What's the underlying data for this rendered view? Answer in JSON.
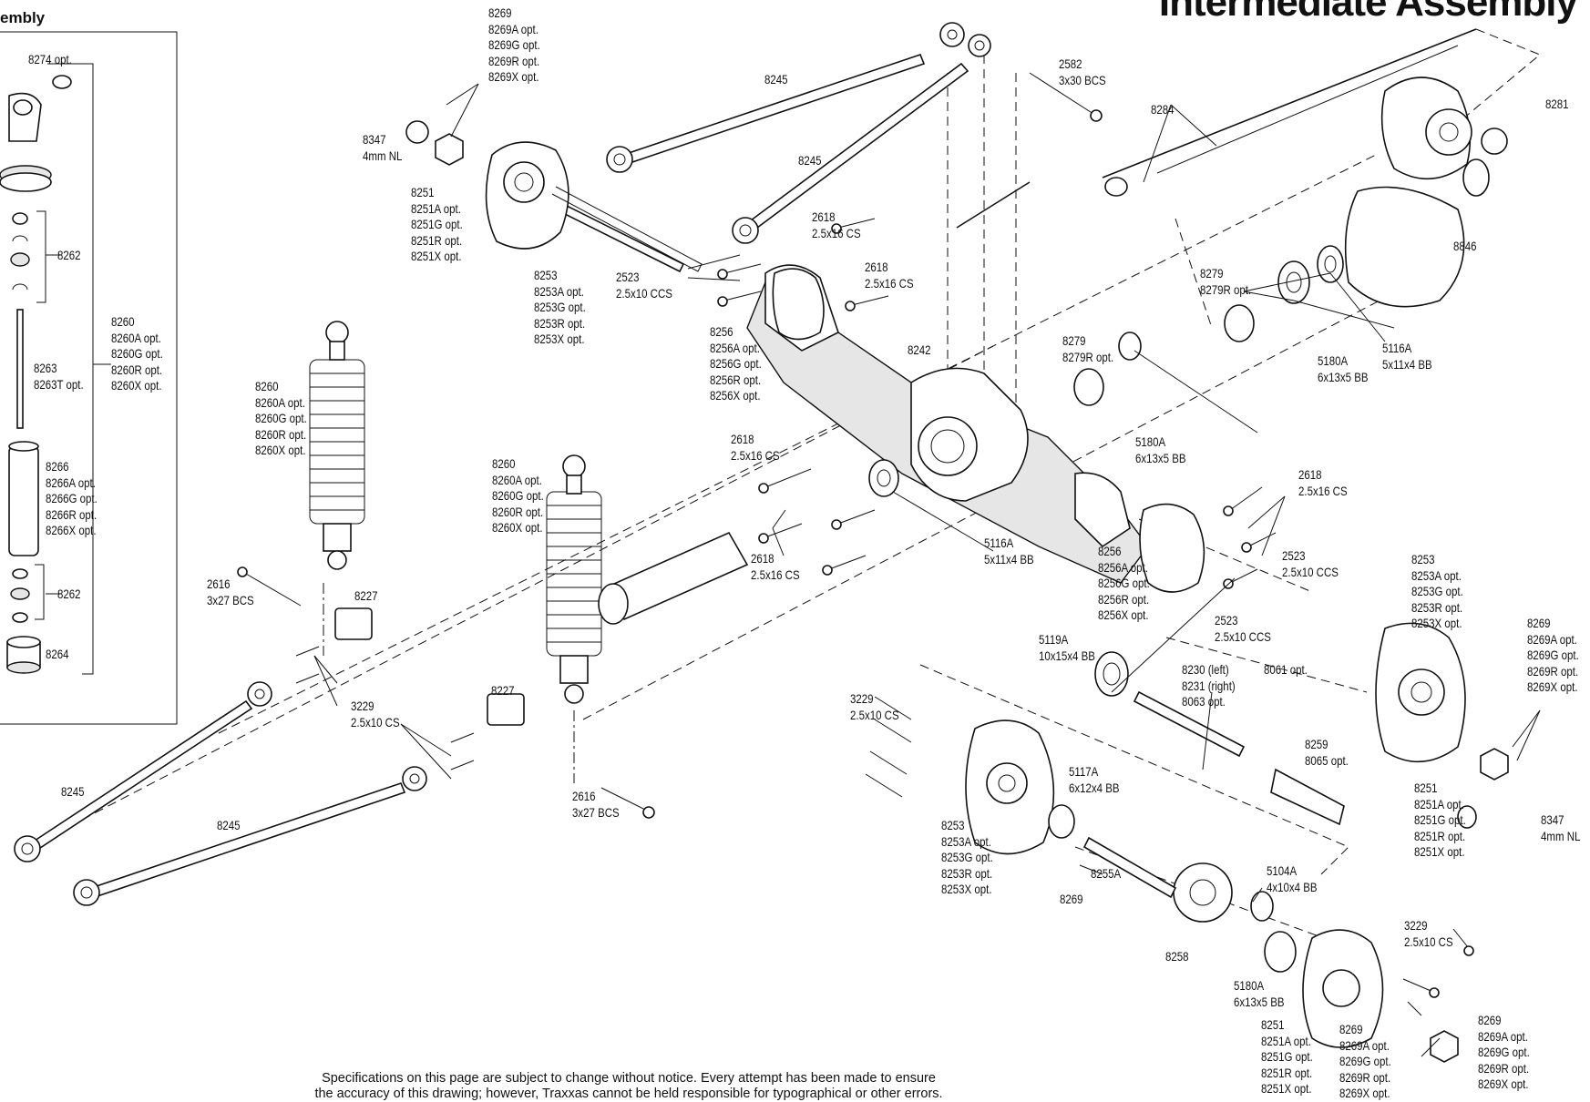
{
  "title": "Intermediate Assembly",
  "inset_title": "embly",
  "disclaimer": "Specifications on this page are subject to change without notice.  Every attempt has been made to ensure\nthe accuracy of this drawing; however, Traxxas cannot be held responsible for typographical or other errors.",
  "labels": [
    "8269\n8269A opt.\n8269G opt.\n8269R opt.\n8269X opt.",
    "8245",
    "2582\n3x30 BCS",
    "8284",
    "8281",
    "8347\n4mm NL",
    "8251\n8251A opt.\n8251G opt.\n8251R opt.\n8251X opt.",
    "8245",
    "2618\n2.5x16 CS",
    "8846",
    "2618\n2.5x16 CS",
    "8279\n8279R opt.",
    "2523\n2.5x10 CCS",
    "8253\n8253A opt.\n8253G opt.\n8253R opt.\n8253X opt.",
    "8256\n8256A opt.\n8256G opt.\n8256R opt.\n8256X opt.",
    "8242",
    "8279\n8279R opt.",
    "5180A\n6x13x5 BB",
    "5116A\n5x11x4 BB",
    "8260\n8260A opt.\n8260G opt.\n8260R opt.\n8260X opt.",
    "5180A\n6x13x5 BB",
    "2618\n2.5x16 CS",
    "8260\n8260A opt.\n8260G opt.\n8260R opt.\n8260X opt.",
    "2618\n2.5x16 CS",
    "5116A\n5x11x4 BB",
    "8256\n8256A opt.\n8256G opt.\n8256R opt.\n8256X opt.",
    "2618\n2.5x16 CS",
    "2523\n2.5x10 CCS",
    "8253\n8253A opt.\n8253G opt.\n8253R opt.\n8253X opt.",
    "2616\n3x27 BCS",
    "8227",
    "2523\n2.5x10 CCS",
    "5119A\n10x15x4 BB",
    "8269\n8269A opt.\n8269G opt.\n8269R opt.\n8269X opt.",
    "8230 (left)\n8231 (right)\n8063 opt.",
    "8061 opt.",
    "3229\n2.5x10 CS",
    "8227",
    "3229\n2.5x10 CS",
    "8259\n8065 opt.",
    "5117A\n6x12x4 BB",
    "8245",
    "2616\n3x27 BCS",
    "8251\n8251A opt.\n8251G opt.\n8251R opt.\n8251X opt.",
    "8347\n4mm NL",
    "8245",
    "8253\n8253A opt.\n8253G opt.\n8253R opt.\n8253X opt.",
    "8255A",
    "5104A\n4x10x4 BB",
    "8269",
    "8258",
    "3229\n2.5x10 CS",
    "5180A\n6x13x5 BB",
    "8251\n8251A opt.\n8251G opt.\n8251R opt.\n8251X opt.",
    "8269\n8269A opt.\n8269G opt.\n8269R opt.\n8269X opt.",
    "8269\n8269A opt.\n8269G opt.\n8269R opt.\n8269X opt.",
    "8274 opt.",
    "8262",
    "8260\n8260A opt.\n8260G opt.\n8260R opt.\n8260X opt.",
    "8263\n8263T opt.",
    "8266\n8266A opt.\n8266G opt.\n8266R opt.\n8266X opt.",
    "8262",
    "8264"
  ]
}
